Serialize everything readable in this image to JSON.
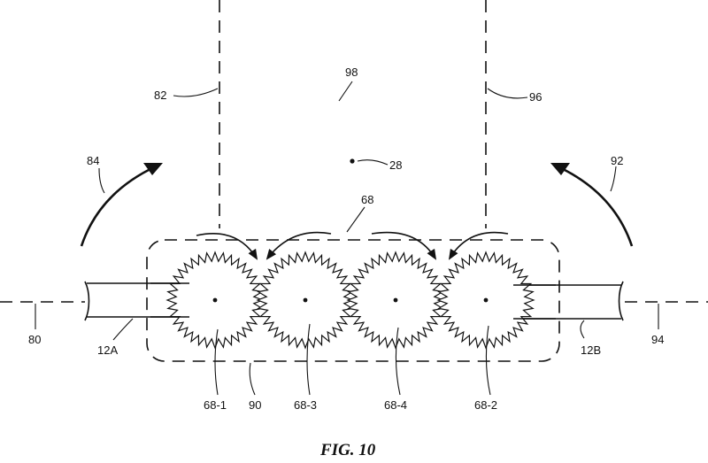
{
  "figure": {
    "caption": "FIG. 10",
    "labels": {
      "axis_left": "80",
      "axis_left_rotate": "82",
      "arrow_left": "84",
      "frame": "90",
      "arrow_right": "92",
      "axis_right": "94",
      "axis_right_rotate": "96",
      "region": "98",
      "point": "28",
      "gear_train": "68",
      "gear_1": "68-1",
      "gear_3": "68-3",
      "gear_4": "68-4",
      "gear_2": "68-2",
      "arm_left": "12A",
      "arm_right": "12B"
    }
  }
}
